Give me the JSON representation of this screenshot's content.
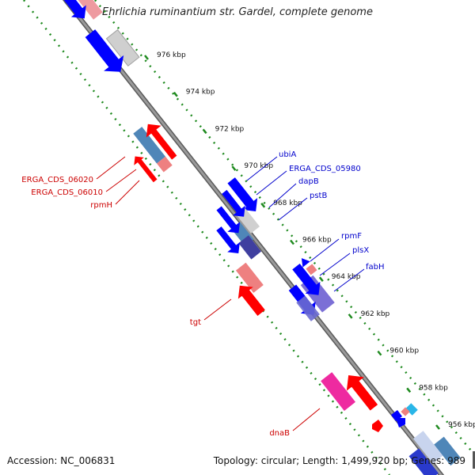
{
  "title": "Ehrlichia ruminantium str. Gardel, complete genome",
  "footer": {
    "accession_label": "Accession:",
    "accession": "NC_006831",
    "topology_label": "Topology:",
    "topology": "circular",
    "length_label": "Length:",
    "length": "1,499,920 bp",
    "genes_label": "Genes:",
    "genes": "989"
  },
  "scale": {
    "unit": "kbp",
    "ticks": [
      976,
      974,
      972,
      970,
      968,
      966,
      964,
      962,
      960,
      958,
      956
    ]
  },
  "genes": {
    "positive_strand": [
      {
        "label": "ubiA",
        "color": "#0000cc"
      },
      {
        "label": "ERGA_CDS_05980",
        "color": "#0000cc"
      },
      {
        "label": "dapB",
        "color": "#0000cc"
      },
      {
        "label": "pstB",
        "color": "#0000cc"
      },
      {
        "label": "rpmF",
        "color": "#0000cc"
      },
      {
        "label": "plsX",
        "color": "#0000cc"
      },
      {
        "label": "fabH",
        "color": "#0000cc"
      }
    ],
    "negative_strand": [
      {
        "label": "ERGA_CDS_06020",
        "color": "#cc0000"
      },
      {
        "label": "ERGA_CDS_06010",
        "color": "#cc0000"
      },
      {
        "label": "rpmH",
        "color": "#cc0000"
      },
      {
        "label": "tgt",
        "color": "#cc0000"
      },
      {
        "label": "dnaB",
        "color": "#cc0000"
      }
    ]
  },
  "colors": {
    "backbone": "#8a8a8a",
    "tick_marks": "#1f8a1f",
    "forward_cds": "#0000ff",
    "reverse_cds": "#ff0000",
    "forward_label": "#0000cc",
    "reverse_label": "#cc0000",
    "rna_gray": "#c8c8c8",
    "steel_blue": "#4f86b8",
    "pink": "#ee2aa0",
    "cyan": "#29b6e8",
    "slate_purple": "#7b6fd6",
    "light_red": "#ee8080"
  }
}
